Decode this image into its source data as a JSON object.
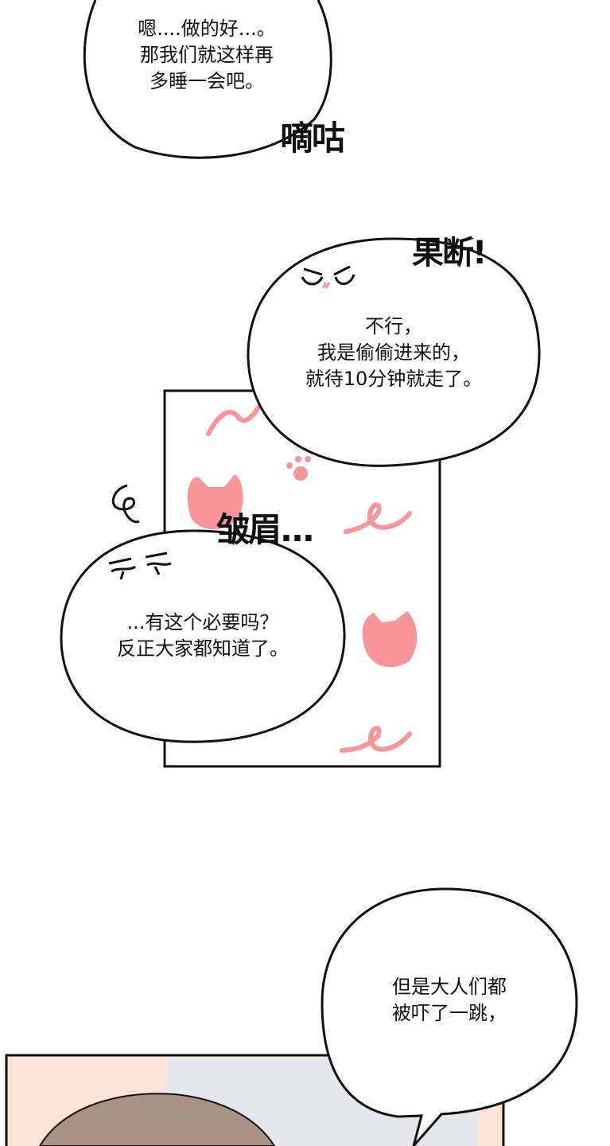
{
  "colors": {
    "pink": "#f7959a",
    "ink": "#111111",
    "hair": "#a99282",
    "skin": "#fde2d6",
    "shirt": "#e6e6ee"
  },
  "bubbles": [
    {
      "text": "嗯....做的好...。\n那我们就这样再\n多睡一会吧。"
    },
    {
      "text": "不行，\n我是偷偷进来的，\n就待10分钟就走了。"
    },
    {
      "text": "...有这个必要吗？\n反正大家都知道了。"
    },
    {
      "text": "但是大人们都\n被吓了一跳，"
    }
  ],
  "sfx": {
    "snuggle": "嘀咕",
    "decisive": "果断!",
    "frown": "皱眉..."
  }
}
